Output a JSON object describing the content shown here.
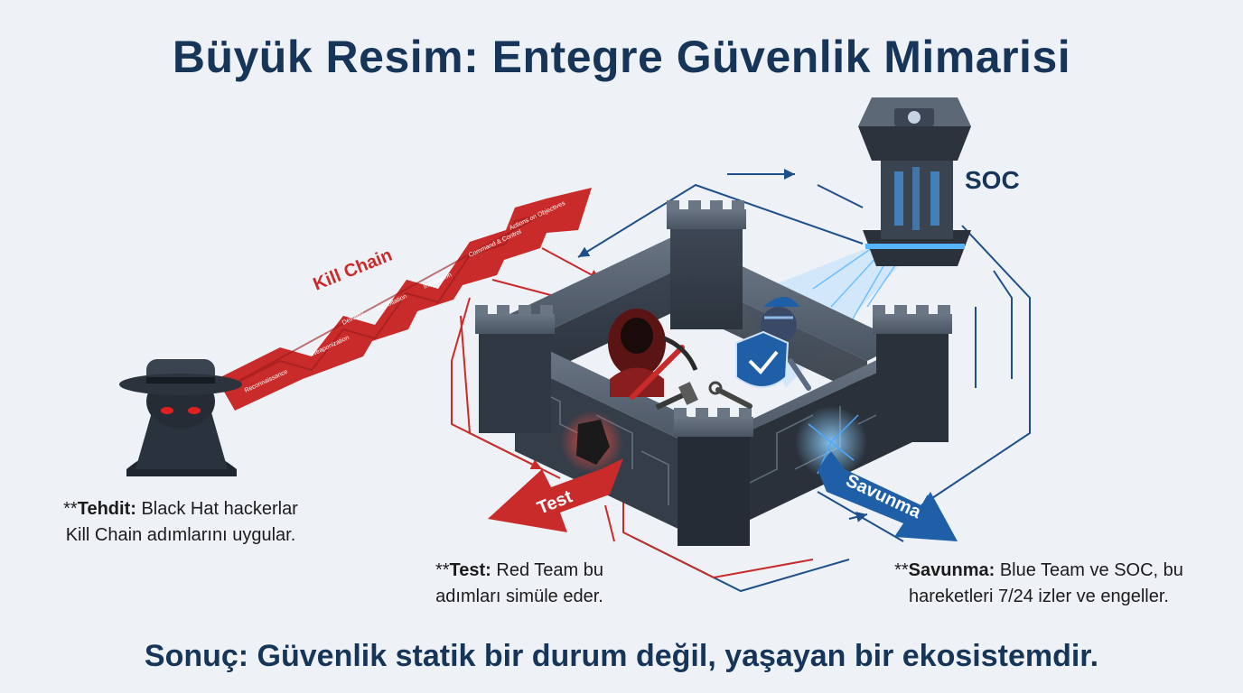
{
  "title": "Büyük Resim: Entegre Güvenlik Mimarisi",
  "conclusion": "Sonuç: Güvenlik statik bir durum değil, yaşayan bir ekosistemdir.",
  "soc_label": "SOC",
  "kill_chain": {
    "label": "Kill Chain",
    "steps": [
      "Reconnaissance",
      "Weaponization",
      "Delivery",
      "Exploitation",
      "Installation",
      "Command & Control",
      "Actions on Objectives"
    ]
  },
  "arrows": {
    "test": "Test",
    "defense": "Savunma"
  },
  "captions": {
    "threat": {
      "prefix": "**",
      "label": "Tehdit:",
      "line1": " Black Hat hackerlar",
      "line2": "Kill Chain adımlarını uygular."
    },
    "test": {
      "prefix": "**",
      "label": "Test:",
      "line1": " Red Team bu",
      "line2": "adımları simüle eder."
    },
    "defense": {
      "prefix": "**",
      "label": "Savunma:",
      "line1": " Blue Team ve SOC, bu",
      "line2": "hareketleri 7/24 izler ve engeller."
    }
  },
  "colors": {
    "title": "#163558",
    "red": "#c92a2a",
    "blue": "#1f5fa8",
    "stone": "#4a5563"
  },
  "icons": [
    "hacker-icon",
    "red-team-hacker-icon",
    "knight-shield-icon",
    "soc-tower-icon",
    "pickaxe-icon",
    "wrench-icon",
    "hammer-icon"
  ]
}
